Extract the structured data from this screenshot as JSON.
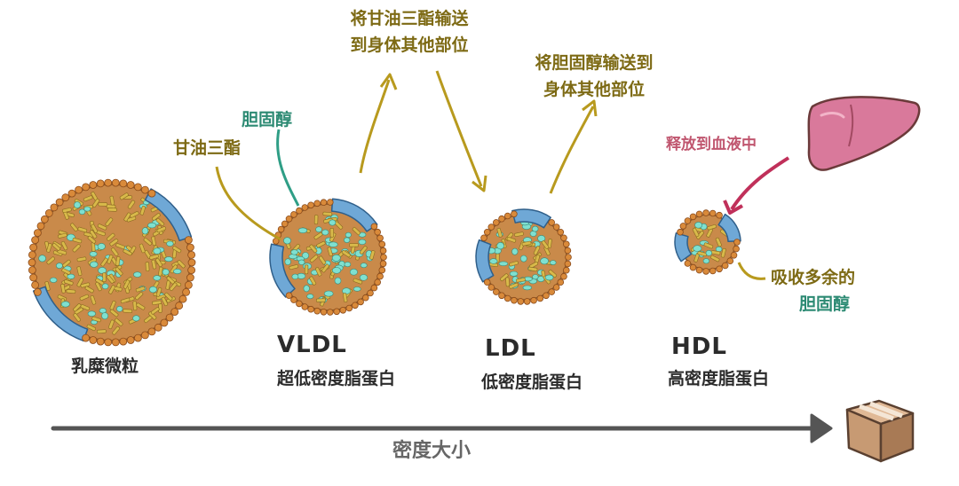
{
  "labels": {
    "vldl_triglyceride_transport_line1": "将甘油三酯输送",
    "vldl_triglyceride_transport_line2": "到身体其他部位",
    "ldl_cholesterol_transport_line1": "将胆固醇输送到",
    "ldl_cholesterol_transport_line2": "身体其他部位",
    "cholesterol": "胆固醇",
    "triglyceride": "甘油三酯",
    "liver_release": "释放到血液中",
    "hdl_absorb_line1": "吸收多余的",
    "hdl_absorb_line2": "胆固醇"
  },
  "particles": {
    "chylomicron": {
      "name": "乳糜微粒"
    },
    "vldl": {
      "abbr": "VLDL",
      "name": "超低密度脂蛋白"
    },
    "ldl": {
      "abbr": "LDL",
      "name": "低密度脂蛋白"
    },
    "hdl": {
      "abbr": "HDL",
      "name": "高密度脂蛋白"
    }
  },
  "axis": {
    "label": "密度大小"
  },
  "colors": {
    "phospholipid_bead": "#d98a3a",
    "core_fill": "#c98a4a",
    "triglyceride_rod": "#d8b94a",
    "cholesterol_blob": "#7fe0cf",
    "apoprotein": "#6fa8d6",
    "olive_text": "#7d6a14",
    "teal_text": "#2c8a73",
    "pink_text": "#c0566f",
    "liver": "#d9799b",
    "box": "#c79a73"
  },
  "icons": [
    "liver-icon",
    "box-icon"
  ]
}
